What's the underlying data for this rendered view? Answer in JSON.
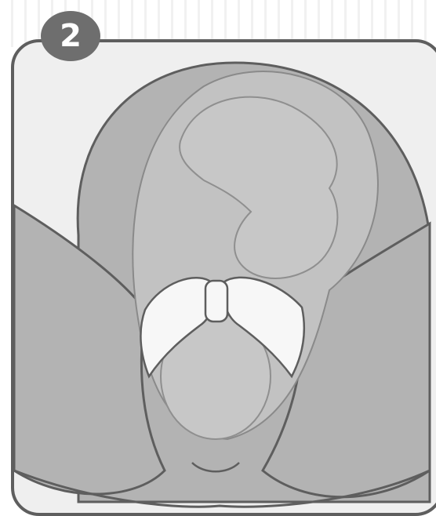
{
  "step": {
    "number": "2"
  },
  "colors": {
    "panel_fill": "#efefef",
    "panel_border": "#5e5e5e",
    "skin": "#b3b3b3",
    "uterus": "#c2c2c2",
    "baby": "#c7c7c7",
    "bone": "#f7f7f7",
    "badge": "#6e6e6e",
    "badge_text": "#ffffff"
  },
  "icons": [
    "step-badge-circle",
    "birth-illustration"
  ]
}
